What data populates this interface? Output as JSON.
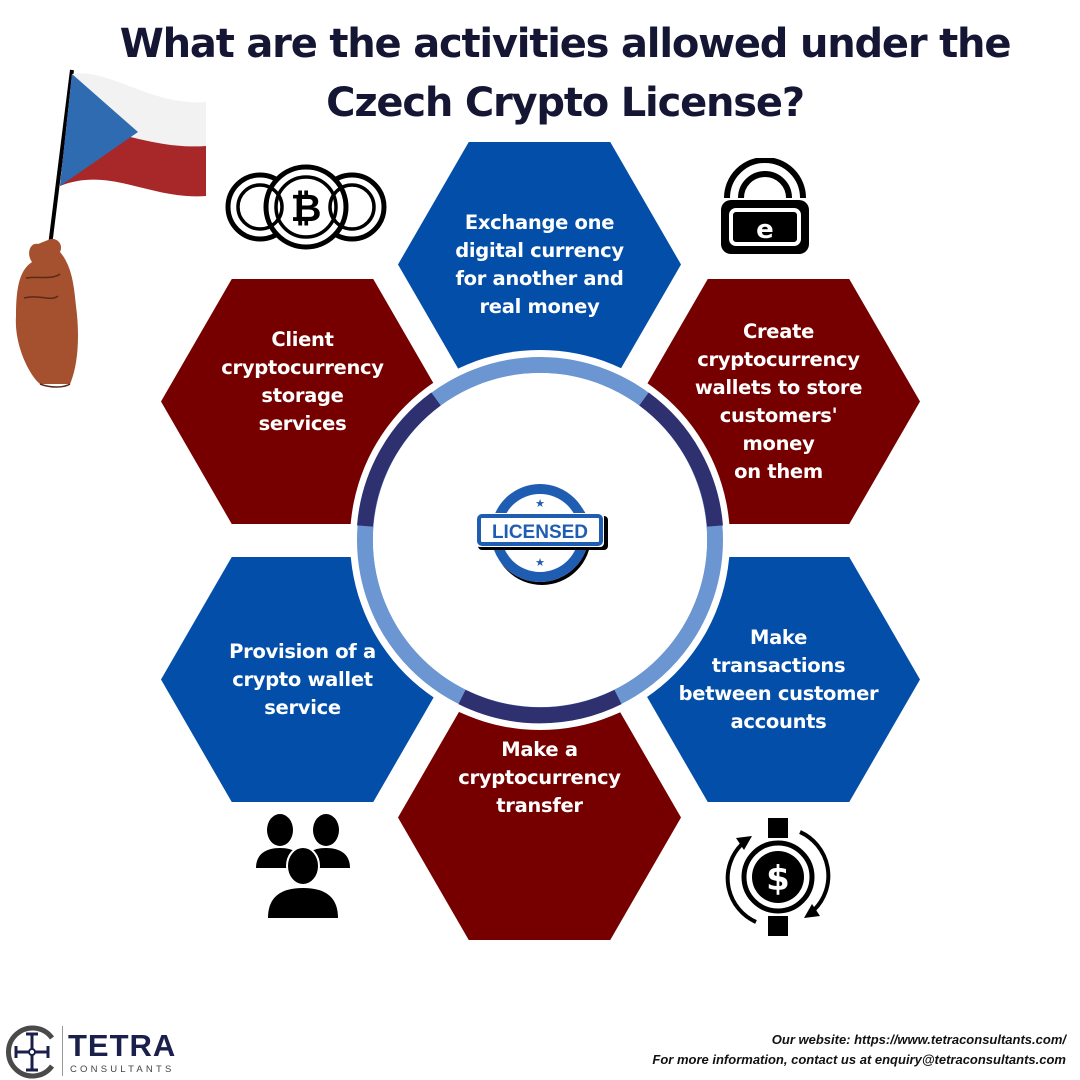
{
  "title": {
    "line1": "What are the activities allowed under the",
    "line2": "Czech Crypto License?"
  },
  "colors": {
    "title": "#141634",
    "hex_blue": "#034ea8",
    "hex_red": "#760000",
    "ring_dark": "#2e3070",
    "ring_light": "#6b96d1",
    "stamp_blue": "#1f5db3"
  },
  "center": {
    "stamp_label": "LICENSED",
    "stamp_icon": "licensed-stamp-icon"
  },
  "activities": [
    {
      "position": "top",
      "color": "blue",
      "label": "Exchange one\ndigital currency\nfor another and\nreal money"
    },
    {
      "position": "upper-left",
      "color": "red",
      "label": "Client\ncryptocurrency\nstorage\nservices"
    },
    {
      "position": "upper-right",
      "color": "red",
      "label": "Create\ncryptocurrency\nwallets to store\ncustomers'\nmoney\non them"
    },
    {
      "position": "lower-left",
      "color": "blue",
      "label": "Provision of a\ncrypto wallet\nservice"
    },
    {
      "position": "lower-right",
      "color": "blue",
      "label": "Make\ntransactions\nbetween customer\naccounts"
    },
    {
      "position": "bottom",
      "color": "red",
      "label": "Make a\ncryptocurrency\ntransfer"
    }
  ],
  "icons": {
    "flag": "czech-flag-in-hand-icon",
    "top_left": "bitcoin-coins-icon",
    "top_right": "contactless-e-payment-icon",
    "bottom_left": "user-group-icon",
    "bottom_right": "dollar-blockchain-cycle-icon"
  },
  "footer": {
    "website": "Our website: https://www.tetraconsultants.com/",
    "contact": "For more information, contact us at enquiry@tetraconsultants.com",
    "logo_word": "TETRA",
    "logo_sub": "CONSULTANTS"
  }
}
